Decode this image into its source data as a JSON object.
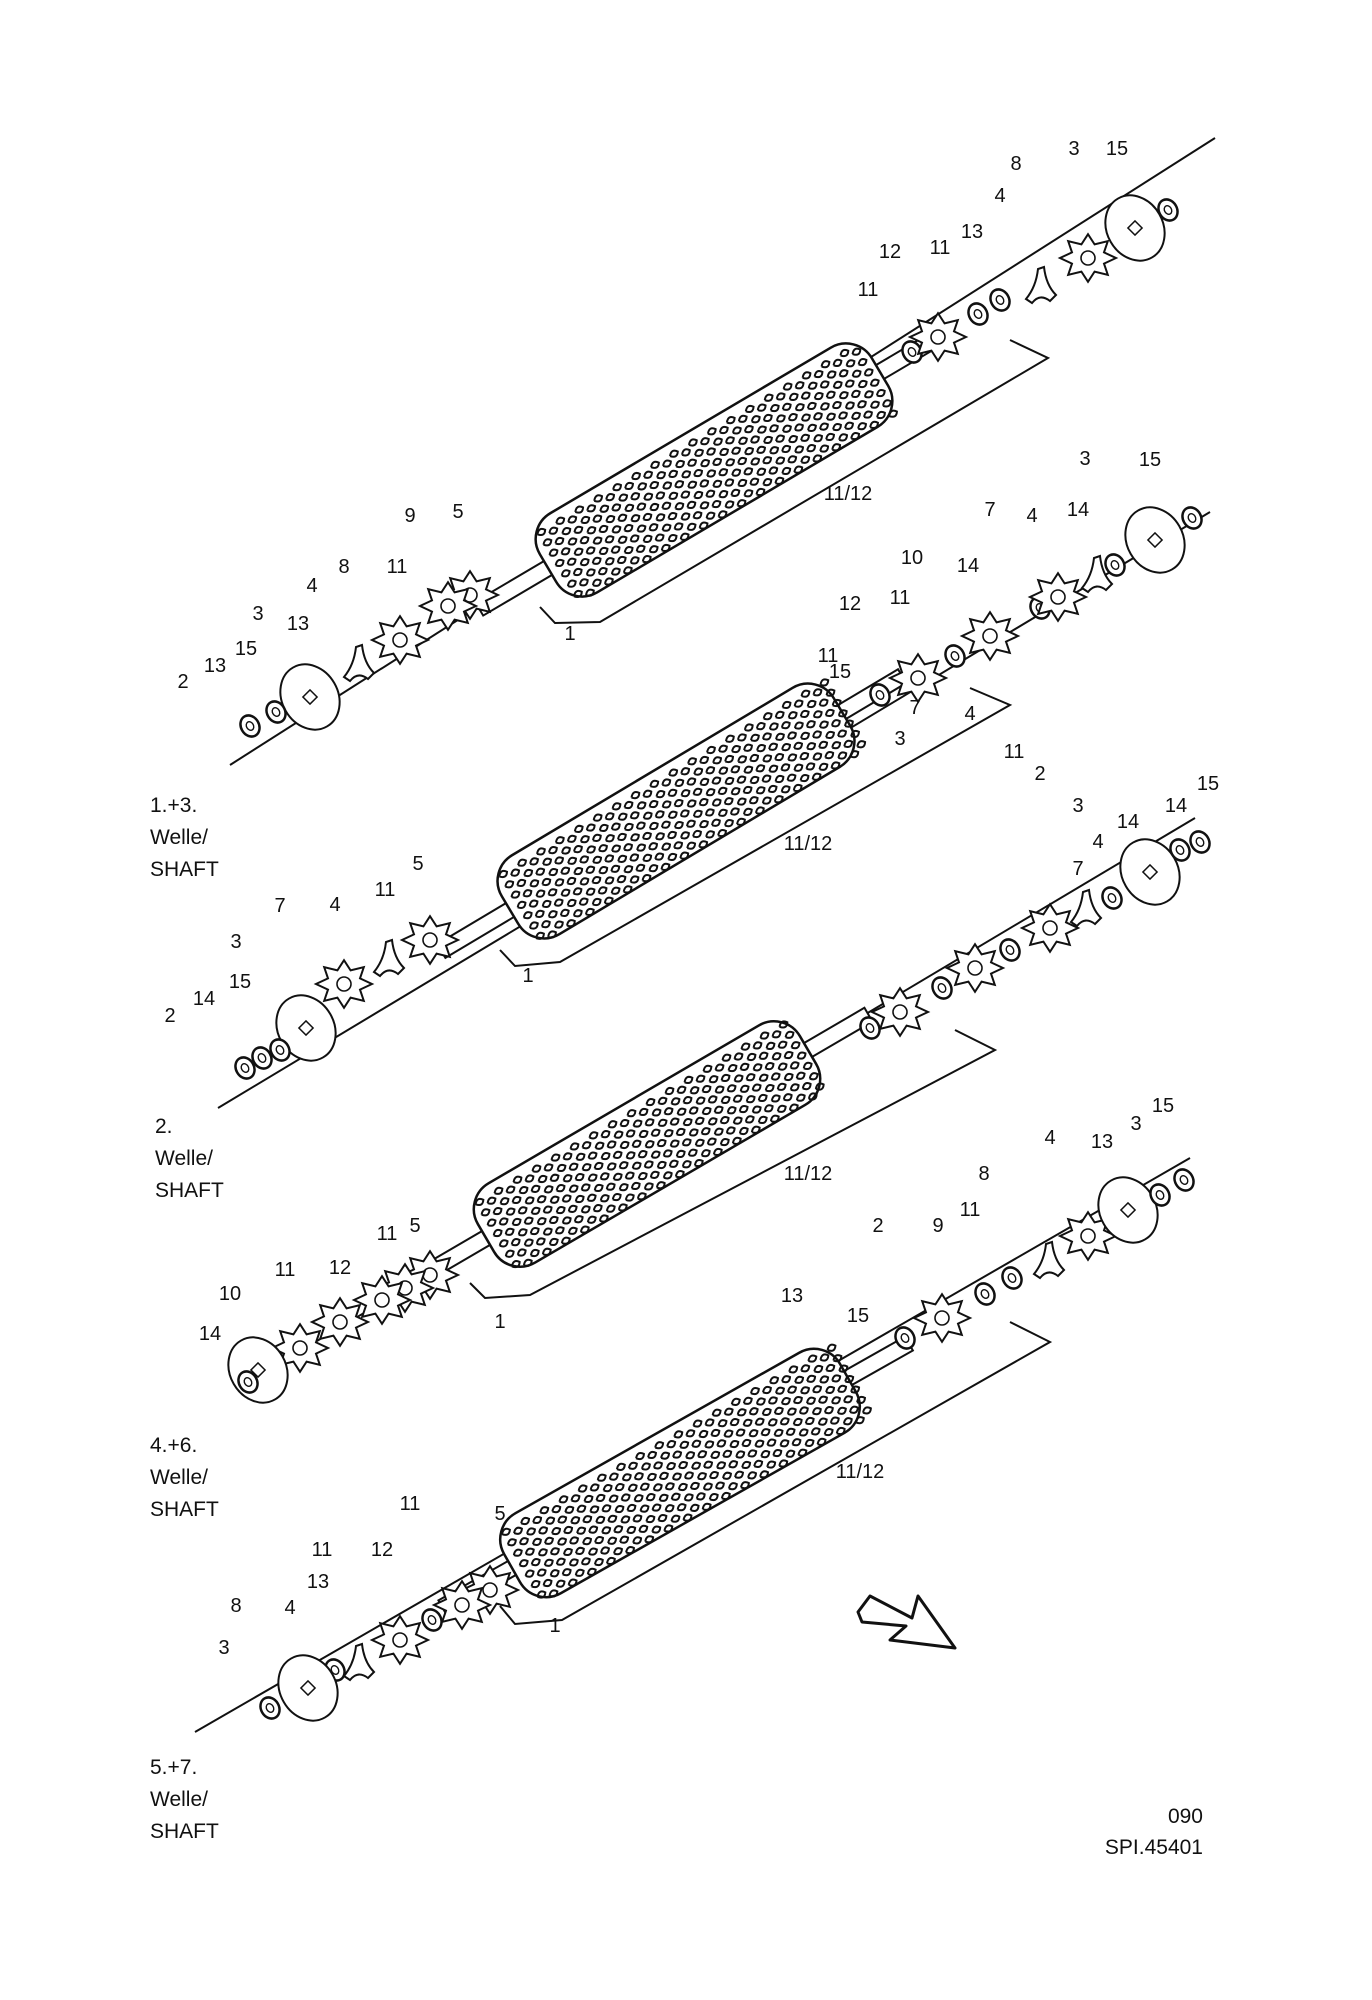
{
  "colors": {
    "ink": "#111111",
    "paper": "#ffffff"
  },
  "shafts": [
    {
      "id": "1-3",
      "caption": [
        "1.+3.",
        "Welle/",
        "SHAFT"
      ],
      "callouts": [
        "11/12",
        "1",
        "5",
        "9",
        "11",
        "8",
        "4",
        "13",
        "3",
        "15",
        "13",
        "2",
        "11",
        "12",
        "11",
        "13",
        "4",
        "8",
        "3",
        "15"
      ]
    },
    {
      "id": "2",
      "caption": [
        "2.",
        "Welle/",
        "SHAFT"
      ],
      "callouts": [
        "11/12",
        "1",
        "5",
        "11",
        "4",
        "7",
        "3",
        "15",
        "14",
        "2",
        "11",
        "12",
        "11",
        "10",
        "14",
        "7",
        "4",
        "14",
        "3",
        "15"
      ]
    },
    {
      "id": "4-6",
      "caption": [
        "4.+6.",
        "Welle/",
        "SHAFT"
      ],
      "callouts": [
        "11/12",
        "1",
        "5",
        "11",
        "12",
        "11",
        "10",
        "14",
        "7",
        "4",
        "14",
        "3",
        "14",
        "15",
        "2",
        "11",
        "4",
        "7",
        "3",
        "15"
      ]
    },
    {
      "id": "5-7",
      "caption": [
        "5.+7.",
        "Welle/",
        "SHAFT"
      ],
      "callouts": [
        "11/12",
        "1",
        "5",
        "11",
        "12",
        "11",
        "13",
        "4",
        "8",
        "3",
        "13",
        "15",
        "2",
        "9",
        "11",
        "8",
        "4",
        "13",
        "3",
        "15"
      ]
    }
  ],
  "footer": {
    "page": "090",
    "ref": "SPI.45401"
  }
}
